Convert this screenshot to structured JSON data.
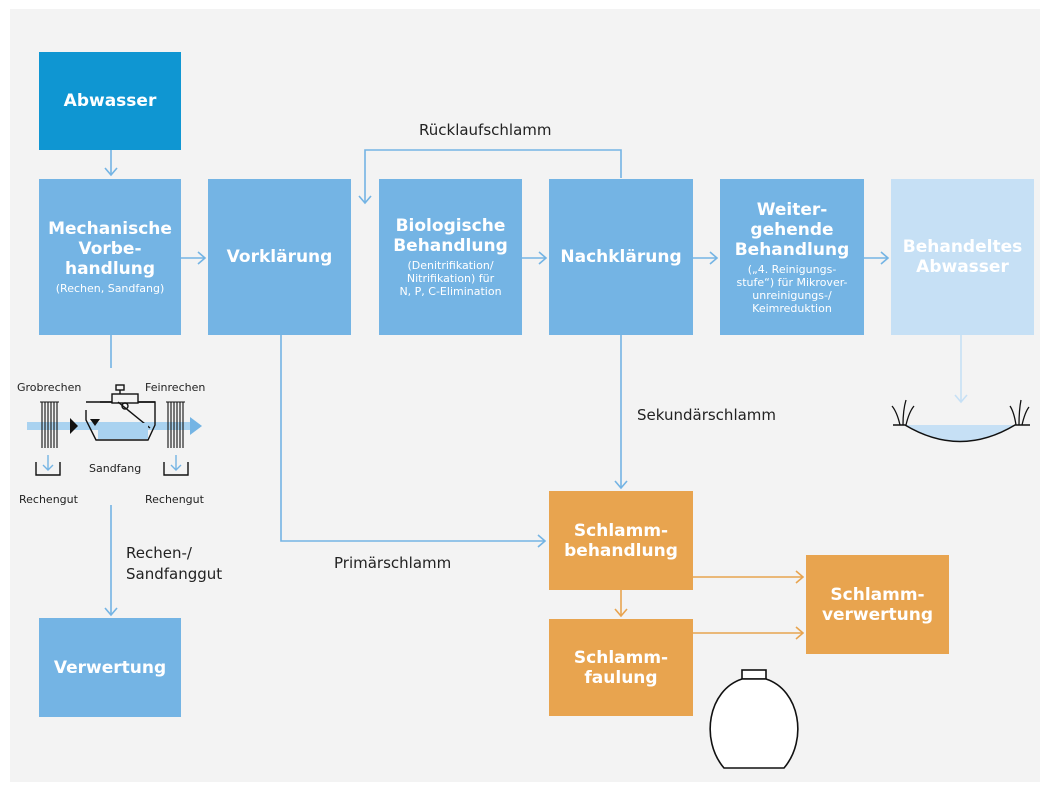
{
  "nodes": {
    "abwasser": {
      "title": "Abwasser"
    },
    "mech": {
      "title": "Mechanische\nVorbe-\nhandlung",
      "sub": "(Rechen, Sandfang)"
    },
    "vorklaerung": {
      "title": "Vorklärung"
    },
    "bio": {
      "title": "Biologische\nBehandlung",
      "sub": "(Denitrifikation/\nNitrifikation) für\nN, P, C-Elimination"
    },
    "nachklaerung": {
      "title": "Nachklärung"
    },
    "weiter": {
      "title": "Weiter-\ngehende\nBehandlung",
      "sub": "(„4. Reinigungs-\nstufe“) für Mikrover-\nunreinigungs-/\nKeimreduktion"
    },
    "behandelt": {
      "title": "Behandeltes\nAbwasser"
    },
    "verwertung": {
      "title": "Verwertung"
    },
    "schlammbehandlung": {
      "title": "Schlamm-\nbehandlung"
    },
    "schlammfaulung": {
      "title": "Schlamm-\nfaulung"
    },
    "schlammverwertung": {
      "title": "Schlamm-\nverwertung"
    }
  },
  "edge_labels": {
    "ruecklauf": "Rücklaufschlamm",
    "sekundaer": "Sekundärschlamm",
    "primaer": "Primärschlamm",
    "rechengut_sandfang": "Rechen-/\nSandfanggut"
  },
  "illustration": {
    "grobrechen": "Grobrechen",
    "feinrechen": "Feinrechen",
    "sandfang": "Sandfang",
    "rechengut_left": "Rechengut",
    "rechengut_right": "Rechengut"
  },
  "colors": {
    "dark_blue": "#0f96d2",
    "blue": "#74b4e4",
    "pale_blue": "#c6e0f5",
    "orange": "#e8a44f",
    "background": "#f3f3f3"
  }
}
